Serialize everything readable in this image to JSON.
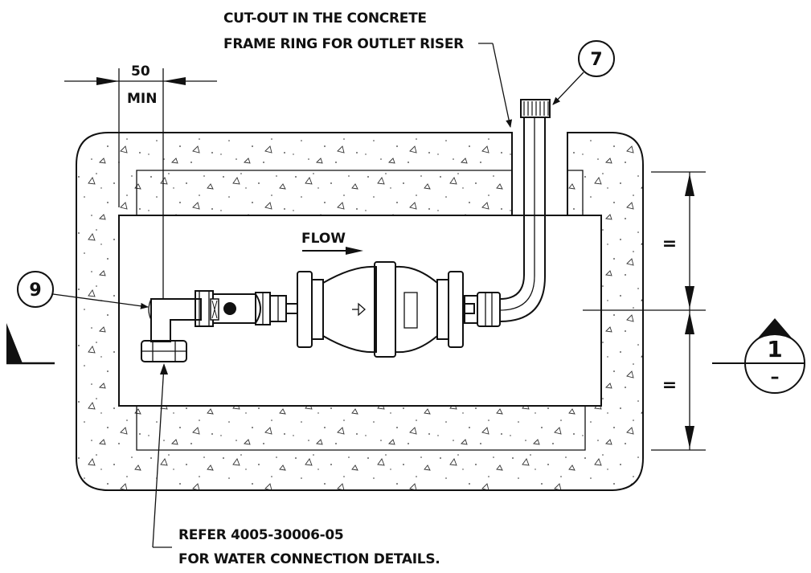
{
  "notes": {
    "cutout_line1": "CUT-OUT IN THE CONCRETE",
    "cutout_line2": "FRAME RING FOR OUTLET RISER",
    "refer_line1": "REFER 4005-30006-05",
    "refer_line2": "FOR WATER CONNECTION DETAILS.",
    "flow": "FLOW"
  },
  "dimensions": {
    "clearance_value": "50",
    "clearance_note": "MIN",
    "equal_upper": "=",
    "equal_lower": "="
  },
  "callouts": {
    "item_a": "7",
    "item_b": "9"
  },
  "section_marker": {
    "number": "1",
    "sheet": "–"
  }
}
